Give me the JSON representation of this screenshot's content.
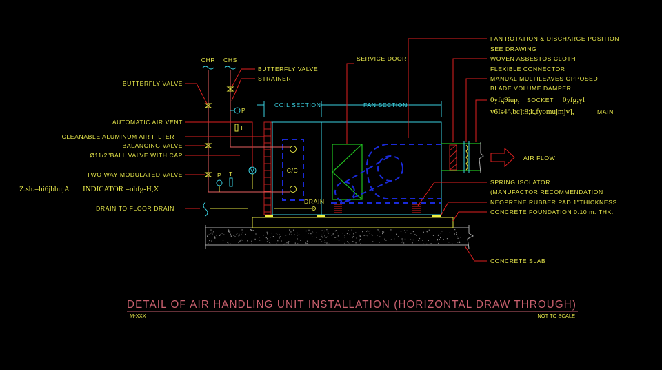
{
  "pipes": {
    "chr": "CHR",
    "chs": "CHS"
  },
  "left_labels": {
    "butterfly_valve": "BUTTERFLY VALVE",
    "automatic_air_vent": "AUTOMATIC AIR VENT",
    "air_filter": "CLEANABLE ALUMINUM AIR FILTER",
    "balancing_valve": "BALANCING VALVE",
    "ball_valve": "Ø11/2\"BALL VALVE WITH CAP",
    "two_way_valve": "TWO WAY MODULATED VALVE",
    "indicator_garbled": "Z.sh.=hi6jbhu;A",
    "indicator": "INDICATOR =obfg-H,X",
    "drain_to_floor": "DRAIN TO FLOOR DRAIN"
  },
  "top_labels": {
    "butterfly_valve": "BUTTERFLY VALVE",
    "strainer": "STRAINER",
    "service_door": "SERVICE DOOR",
    "coil_section": "COIL SECTION",
    "fan_section": "FAN SECTION"
  },
  "unit_labels": {
    "coil": "C/C",
    "drain": "DRAIN",
    "p1": "P",
    "t1": "T",
    "p2": "P",
    "t2": "T",
    "v": "V"
  },
  "right_labels": {
    "fan_rotation": "FAN ROTATION & DISCHARGE POSITION",
    "see_drawing": "SEE DRAWING",
    "woven": "WOVEN ASBESTOS CLOTH",
    "flexible": "FLEXIBLE CONNECTOR",
    "manual": "MANUAL MULTILEAVES OPPOSED",
    "blade": "BLADE VOLUME DAMPER",
    "garbled1": "0yfg9iup,",
    "socket": "SOCKET",
    "garbled1b": "0yfg;yf",
    "garbled2": "v6Is4^,bc]t8;k,fyomujmjv],",
    "main": "MAIN",
    "air_flow": "AIR FLOW",
    "spring": "SPRING ISOLATOR",
    "manufactor": "(MANUFACTOR RECOMMENDATION",
    "neoprene": "NEOPRENE RUBBER PAD 1\"THICKNESS",
    "foundation": "CONCRETE FOUNDATION 0.10 m. THK.",
    "slab": "CONCRETE SLAB"
  },
  "title": {
    "main": "DETAIL OF AIR HANDLING UNIT INSTALLATION (HORIZONTAL DRAW THROUGH)",
    "ref": "M-XXX",
    "scale": "NOT TO SCALE"
  }
}
